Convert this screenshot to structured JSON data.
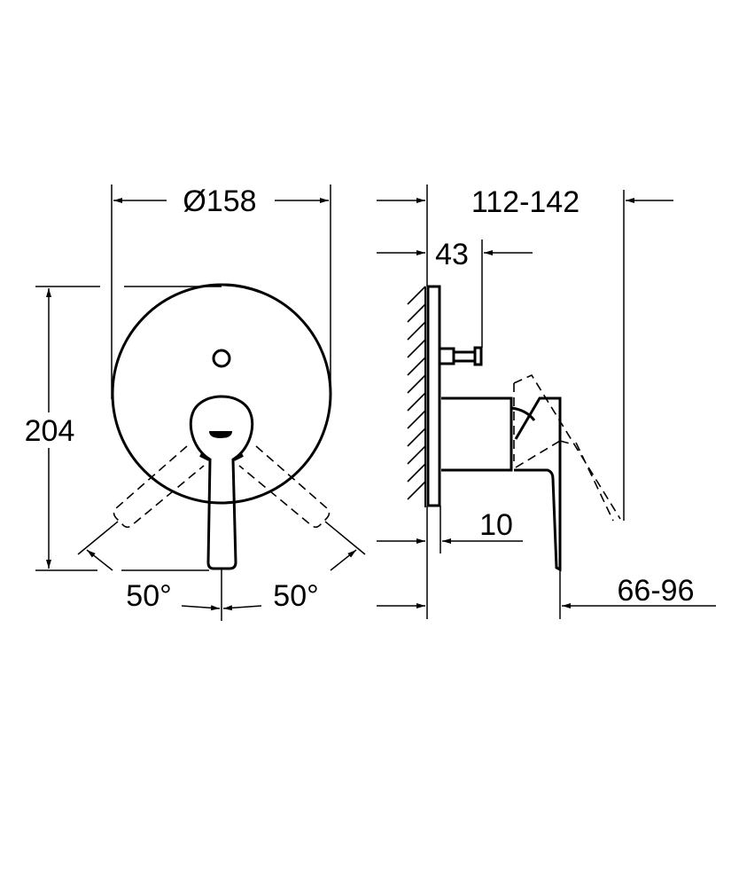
{
  "drawing": {
    "title": "Concealed mixer trim – dimension drawing",
    "line_color": "#000000",
    "background": "#ffffff",
    "front_view": {
      "diameter_label": "Ø158",
      "height_label": "204",
      "angle_left_label": "50°",
      "angle_right_label": "50°"
    },
    "side_view": {
      "projection_label": "112-142",
      "rosette_depth_label": "43",
      "plate_thickness_label": "10",
      "lever_depth_label": "66-96"
    }
  }
}
